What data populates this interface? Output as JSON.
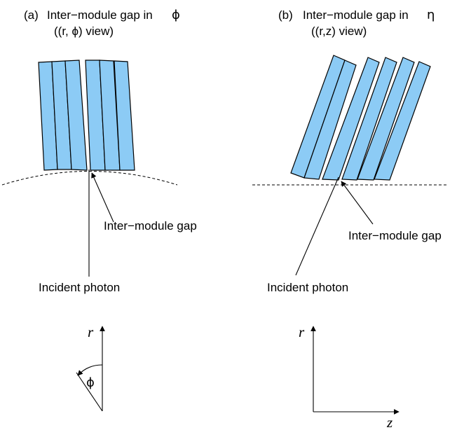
{
  "panel_a": {
    "caption_prefix": "(a)",
    "caption_main": "Inter−module gap in",
    "caption_symbol": "ϕ",
    "caption_view": "((r, ϕ) view)",
    "gap_label": "Inter−module gap",
    "photon_label": "Incident photon",
    "axis_r": "r",
    "axis_angle": "ϕ"
  },
  "panel_b": {
    "caption_prefix": "(b)",
    "caption_main": "Inter−module gap in",
    "caption_symbol": "η",
    "caption_view": "((r,z) view)",
    "gap_label": "Inter−module gap",
    "photon_label": "Incident photon",
    "axis_r": "r",
    "axis_z": "z"
  },
  "colors": {
    "module_fill": "#8ccbf5",
    "line": "#000000"
  }
}
